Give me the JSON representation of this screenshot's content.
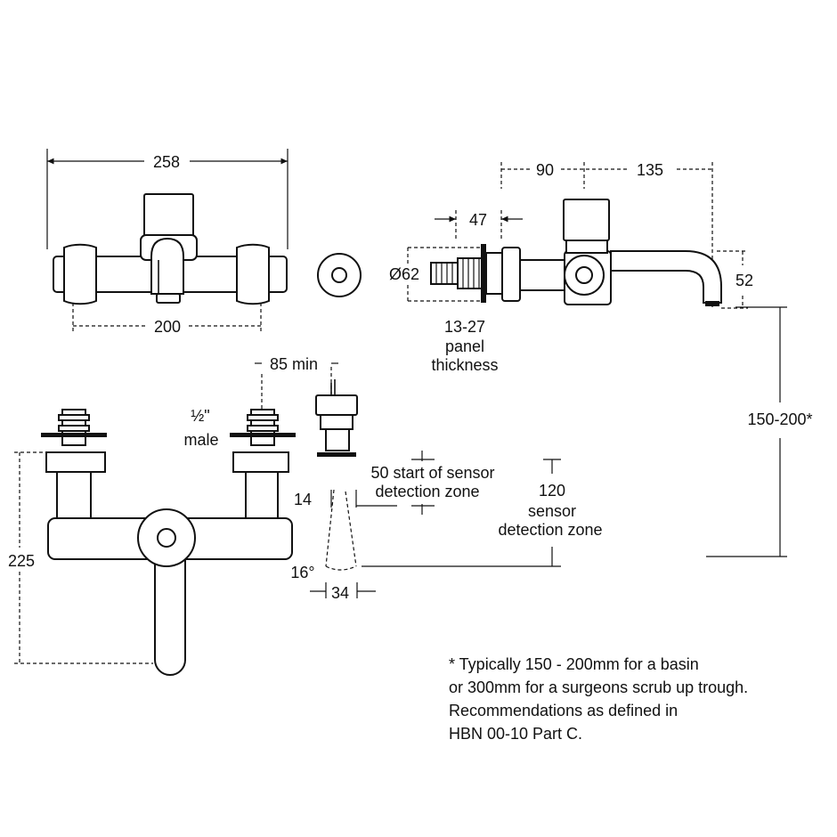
{
  "dimensions": {
    "top_width": "258",
    "wall_centres": "200",
    "depth_a": "90",
    "depth_b": "135",
    "panel_offset": "47",
    "panel_dia": "Ø62",
    "spout_height": "52",
    "panel_range": "13-27",
    "panel_word": "panel",
    "thickness_word": "thickness",
    "sensor_clear": "85 min",
    "thread_fraction": "½\"",
    "thread_word": "male",
    "detect_start_1": "50 start of sensor",
    "detect_start_2": "detection zone",
    "detect_len_1": "120",
    "detect_len_2": "sensor",
    "detect_len_3": "detection zone",
    "sensor_gap": "14",
    "angle": "16°",
    "lens_width": "34",
    "overall_height": "225",
    "mount_height": "150-200*"
  },
  "footnote": {
    "line1": "* Typically 150 - 200mm for a basin",
    "line2": "or 300mm for a surgeons scrub up trough.",
    "line3": "Recommendations as defined in",
    "line4": "HBN 00-10 Part C."
  }
}
